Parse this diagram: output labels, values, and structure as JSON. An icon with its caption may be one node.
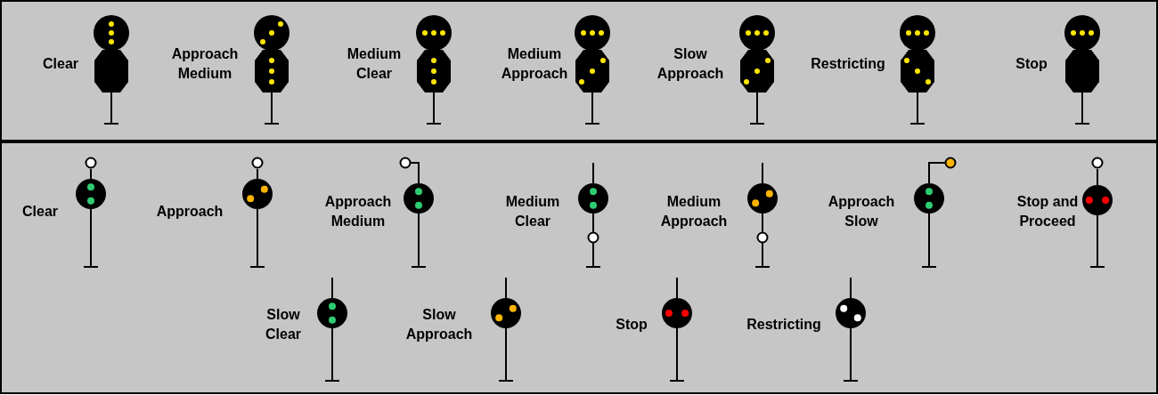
{
  "diagram": {
    "labels": [
      "Clear",
      "Approach Medium",
      "Medium Clear",
      "Medium Approach",
      "Slow Approach",
      "Restricting",
      "Stop",
      "Clear",
      "Approach",
      "Approach Medium",
      "Medium Clear",
      "Medium Approach",
      "Approach Slow",
      "Stop and Proceed",
      "Slow Clear",
      "Slow Approach",
      "Stop",
      "Restricting"
    ]
  }
}
